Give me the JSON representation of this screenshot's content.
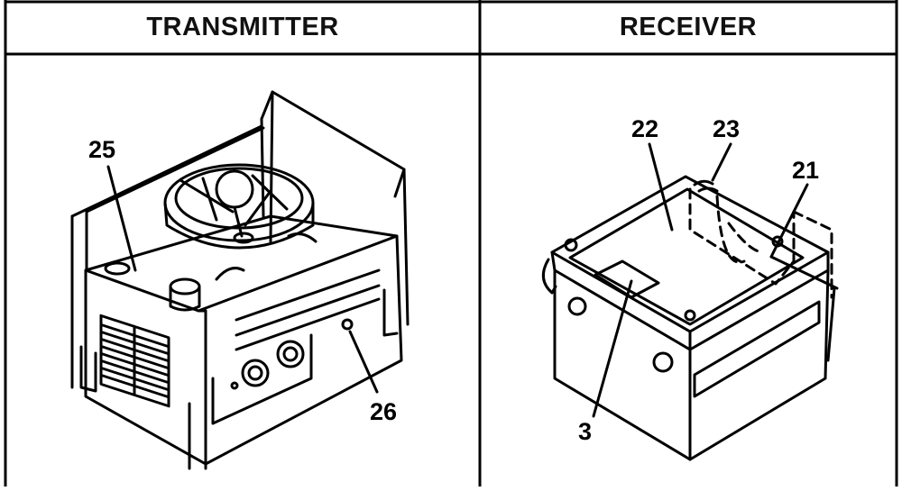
{
  "headers": {
    "transmitter": "TRANSMITTER",
    "receiver": "RECEIVER"
  },
  "transmitter": {
    "callouts": [
      {
        "id": "25",
        "label": "25"
      },
      {
        "id": "26",
        "label": "26"
      }
    ]
  },
  "receiver": {
    "callouts": [
      {
        "id": "22",
        "label": "22"
      },
      {
        "id": "23",
        "label": "23"
      },
      {
        "id": "21",
        "label": "21"
      },
      {
        "id": "3",
        "label": "3"
      }
    ]
  }
}
